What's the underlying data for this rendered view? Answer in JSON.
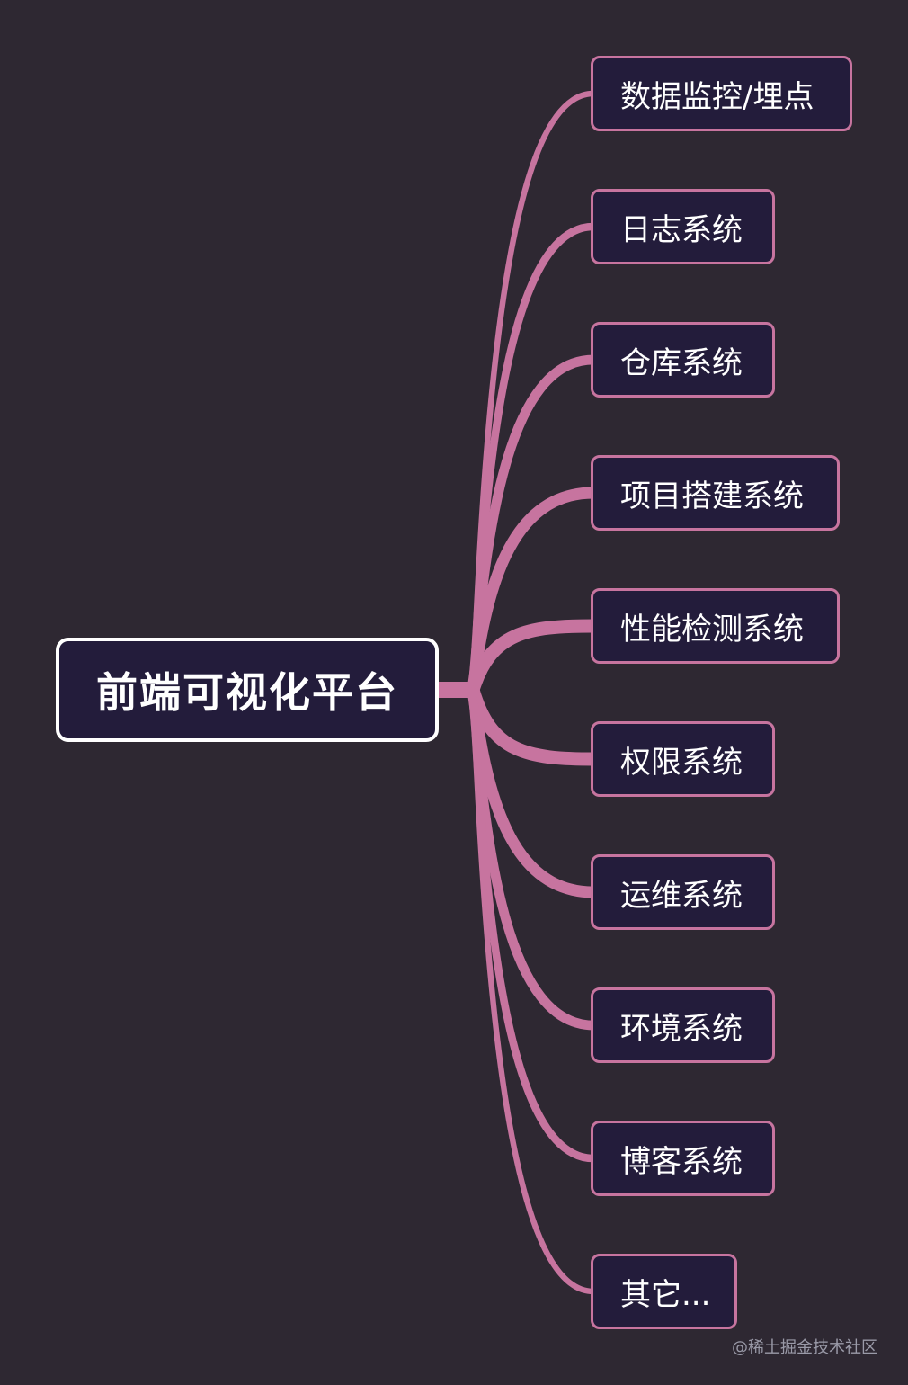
{
  "colors": {
    "background": "#2e2832",
    "node_fill": "#231c3b",
    "root_border": "#ffffff",
    "branch": "#c7749f"
  },
  "root": {
    "label": "前端可视化平台"
  },
  "children": [
    {
      "label": "数据监控/埋点"
    },
    {
      "label": "日志系统"
    },
    {
      "label": "仓库系统"
    },
    {
      "label": "项目搭建系统"
    },
    {
      "label": "性能检测系统"
    },
    {
      "label": "权限系统"
    },
    {
      "label": "运维系统"
    },
    {
      "label": "环境系统"
    },
    {
      "label": "博客系统"
    },
    {
      "label": "其它..."
    }
  ],
  "watermark": "@稀土掘金技术社区"
}
